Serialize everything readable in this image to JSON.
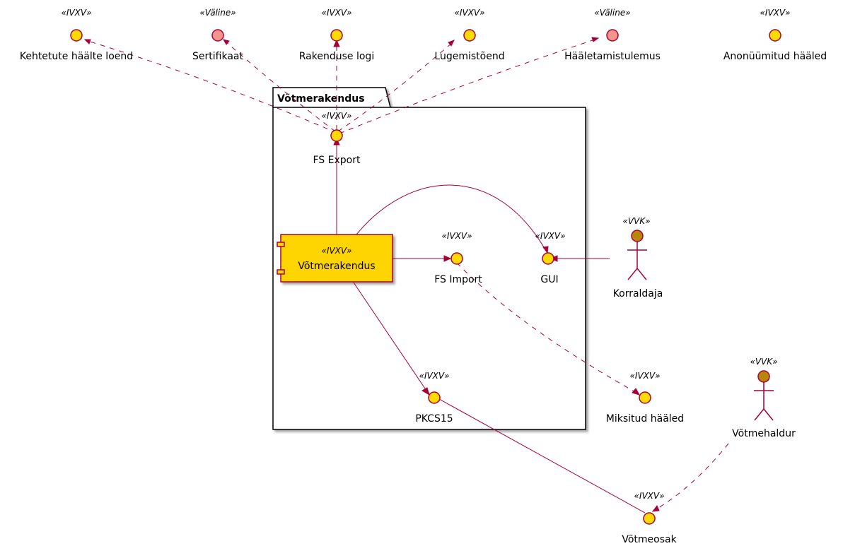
{
  "colors": {
    "line": "#A80036",
    "ivxv_fill": "#FEDA00",
    "valine_fill": "#F3958A",
    "vvk_fill": "#B8860B",
    "component_fill": "#FED500"
  },
  "package": {
    "title": "Võtmerakendus"
  },
  "component": {
    "stereotype": "«IVXV»",
    "label": "Võtmerakendus"
  },
  "interfaces": {
    "kehtetute": {
      "stereotype": "«IVXV»",
      "label": "Kehtetute häälte loend"
    },
    "sertifikaat": {
      "stereotype": "«Väline»",
      "label": "Sertifikaat"
    },
    "rakenduse": {
      "stereotype": "«IVXV»",
      "label": "Rakenduse logi"
    },
    "lugemis": {
      "stereotype": "«IVXV»",
      "label": "Lugemistõend"
    },
    "tulemus": {
      "stereotype": "«Väline»",
      "label": "Hääletamistulemus"
    },
    "anon": {
      "stereotype": "«IVXV»",
      "label": "Anonüümitud hääled"
    },
    "fsexport": {
      "stereotype": "«IVXV»",
      "label": "FS Export"
    },
    "fsimport": {
      "stereotype": "«IVXV»",
      "label": "FS Import"
    },
    "gui": {
      "stereotype": "«IVXV»",
      "label": "GUI"
    },
    "pkcs15": {
      "stereotype": "«IVXV»",
      "label": "PKCS15"
    },
    "miksitud": {
      "stereotype": "«IVXV»",
      "label": "Miksitud hääled"
    },
    "votmeosak": {
      "stereotype": "«IVXV»",
      "label": "Võtmeosak"
    }
  },
  "actors": {
    "korraldaja": {
      "stereotype": "«VVK»",
      "label": "Korraldaja"
    },
    "votmehaldur": {
      "stereotype": "«VVK»",
      "label": "Võtmehaldur"
    }
  }
}
